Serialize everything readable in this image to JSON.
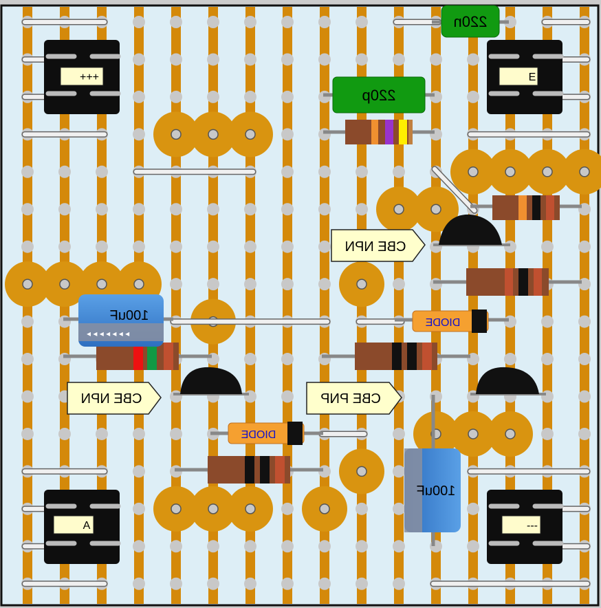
{
  "board": {
    "background": "#ddeef6",
    "strip_color": "#d4890a",
    "hole_color": "#c8c8c8",
    "pad_color": "#d99410",
    "wire_color": "#f0f0f0",
    "strip_columns": 16,
    "hole_rows": 16
  },
  "labels": {
    "connector_top_left": "+++",
    "connector_top_right": "E",
    "connector_bottom_left": "A",
    "connector_bottom_right": "---",
    "cap_top": "220n",
    "cap_mid": "220p",
    "elcap_left": "100uF",
    "elcap_right": "100uF",
    "diode_right": "DIODE",
    "diode_left": "DIODE",
    "transistor_top": "CBE NPN",
    "transistor_left": "CBE NPN",
    "transistor_mid": "CBE PNP"
  }
}
